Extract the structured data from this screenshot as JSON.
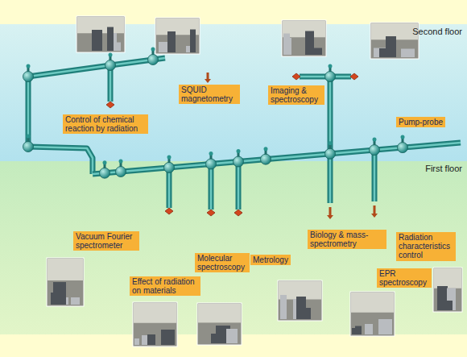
{
  "diagram": {
    "nodes": [
      {
        "text": [
          "Second floor"
        ]
      },
      {
        "text": [
          "Control of chemical reaction by radiation"
        ],
        "in": 0
      },
      {
        "text": [
          "SQUID magnetometry"
        ],
        "in": 0
      },
      {
        "text": [
          "Imaging & spectroscopy"
        ],
        "in": 0
      },
      {
        "text": [
          "Pump-probe"
        ],
        "in": 0
      },
      {
        "text": [
          "First floor"
        ]
      },
      {
        "text": [
          "Vacuum Fourier spectrometer"
        ],
        "in": 5
      },
      {
        "text": [
          "Effect of radiation on materials"
        ],
        "in": 5
      },
      {
        "text": [
          "Molecular spectroscopy"
        ],
        "in": 5
      },
      {
        "text": [
          "Metrology"
        ],
        "in": 5
      },
      {
        "text": [
          "Biology & mass-spectrometry"
        ],
        "in": 5
      },
      {
        "text": [
          "EPR spectroscopy"
        ],
        "in": 5
      },
      {
        "text": [
          "Radiation characteristics control"
        ],
        "in": 5
      }
    ]
  }
}
